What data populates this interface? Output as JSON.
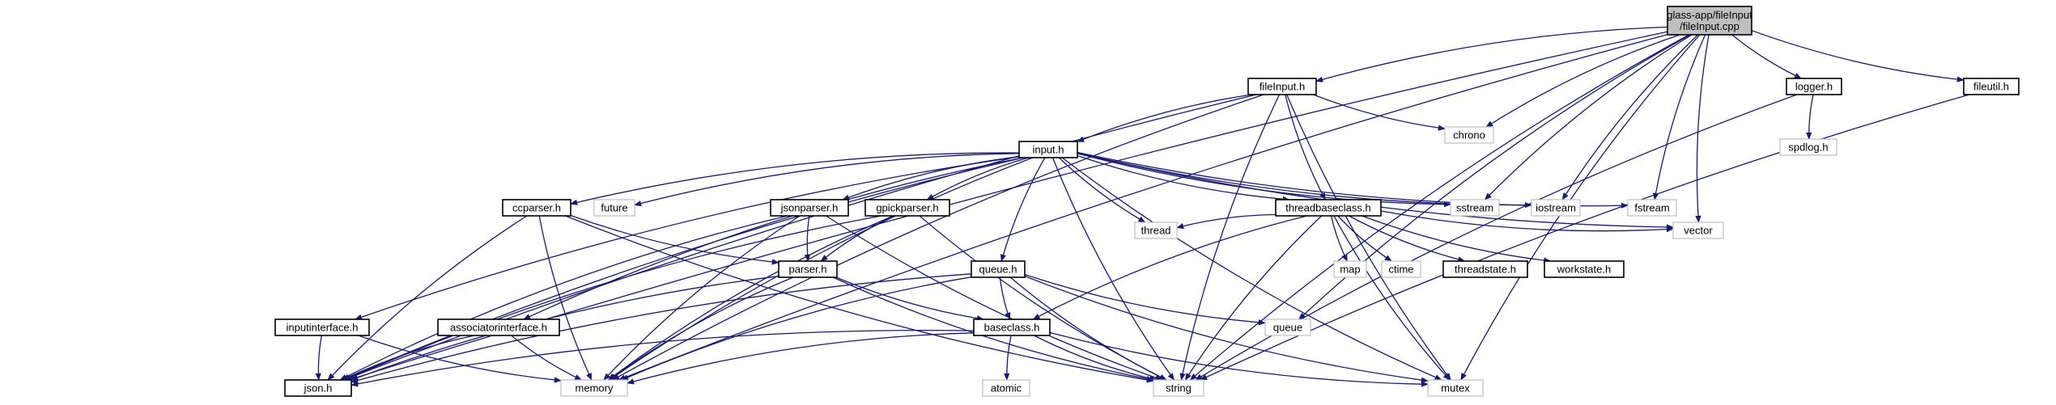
{
  "root_link_color": "#191970",
  "nodes": [
    {
      "id": "root",
      "kind": "root",
      "lines": [
        "glass-app/fileInput",
        "/fileInput.cpp"
      ]
    },
    {
      "id": "fileinput_h",
      "kind": "doc",
      "lines": [
        "fileInput.h"
      ]
    },
    {
      "id": "logger_h",
      "kind": "doc",
      "lines": [
        "logger.h"
      ]
    },
    {
      "id": "fileutil_h",
      "kind": "doc",
      "lines": [
        "fileutil.h"
      ]
    },
    {
      "id": "chrono",
      "kind": "sys",
      "lines": [
        "chrono"
      ]
    },
    {
      "id": "spdlog_h",
      "kind": "sys",
      "lines": [
        "spdlog.h"
      ]
    },
    {
      "id": "input_h",
      "kind": "doc",
      "lines": [
        "input.h"
      ]
    },
    {
      "id": "ccparser_h",
      "kind": "doc",
      "lines": [
        "ccparser.h"
      ]
    },
    {
      "id": "future",
      "kind": "sys",
      "lines": [
        "future"
      ]
    },
    {
      "id": "jsonparser_h",
      "kind": "doc",
      "lines": [
        "jsonparser.h"
      ]
    },
    {
      "id": "gpickparser_h",
      "kind": "doc",
      "lines": [
        "gpickparser.h"
      ]
    },
    {
      "id": "threadbaseclass_h",
      "kind": "doc",
      "lines": [
        "threadbaseclass.h"
      ]
    },
    {
      "id": "sstream",
      "kind": "sys",
      "lines": [
        "sstream"
      ]
    },
    {
      "id": "iostream",
      "kind": "sys",
      "lines": [
        "iostream"
      ]
    },
    {
      "id": "fstream",
      "kind": "sys",
      "lines": [
        "fstream"
      ]
    },
    {
      "id": "vector",
      "kind": "sys",
      "lines": [
        "vector"
      ]
    },
    {
      "id": "thread",
      "kind": "sys",
      "lines": [
        "thread"
      ]
    },
    {
      "id": "parser_h",
      "kind": "doc",
      "lines": [
        "parser.h"
      ]
    },
    {
      "id": "queue_h",
      "kind": "doc",
      "lines": [
        "queue.h"
      ]
    },
    {
      "id": "map",
      "kind": "sys",
      "lines": [
        "map"
      ]
    },
    {
      "id": "ctime",
      "kind": "sys",
      "lines": [
        "ctime"
      ]
    },
    {
      "id": "threadstate_h",
      "kind": "doc",
      "lines": [
        "threadstate.h"
      ]
    },
    {
      "id": "workstate_h",
      "kind": "doc",
      "lines": [
        "workstate.h"
      ]
    },
    {
      "id": "inputinterface_h",
      "kind": "doc",
      "lines": [
        "inputinterface.h"
      ]
    },
    {
      "id": "associatorinterface_h",
      "kind": "doc",
      "lines": [
        "associatorinterface.h"
      ]
    },
    {
      "id": "baseclass_h",
      "kind": "doc",
      "lines": [
        "baseclass.h"
      ]
    },
    {
      "id": "queue",
      "kind": "sys",
      "lines": [
        "queue"
      ]
    },
    {
      "id": "atomic",
      "kind": "sys",
      "lines": [
        "atomic"
      ]
    },
    {
      "id": "json_h",
      "kind": "doc",
      "lines": [
        "json.h"
      ]
    },
    {
      "id": "memory",
      "kind": "sys",
      "lines": [
        "memory"
      ]
    },
    {
      "id": "string",
      "kind": "sys",
      "lines": [
        "string"
      ]
    },
    {
      "id": "mutex",
      "kind": "sys",
      "lines": [
        "mutex"
      ]
    }
  ],
  "edges": [
    [
      "root",
      "fileinput_h"
    ],
    [
      "root",
      "logger_h"
    ],
    [
      "root",
      "fileutil_h"
    ],
    [
      "root",
      "chrono"
    ],
    [
      "root",
      "sstream"
    ],
    [
      "root",
      "iostream"
    ],
    [
      "root",
      "fstream"
    ],
    [
      "root",
      "vector"
    ],
    [
      "root",
      "queue"
    ],
    [
      "root",
      "string"
    ],
    [
      "root",
      "mutex"
    ],
    [
      "root",
      "memory"
    ],
    [
      "root",
      "json_h"
    ],
    [
      "fileinput_h",
      "input_h"
    ],
    [
      "fileinput_h",
      "chrono"
    ],
    [
      "fileinput_h",
      "threadbaseclass_h"
    ],
    [
      "fileinput_h",
      "json_h"
    ],
    [
      "fileinput_h",
      "memory"
    ],
    [
      "fileinput_h",
      "mutex"
    ],
    [
      "fileinput_h",
      "string"
    ],
    [
      "logger_h",
      "spdlog_h"
    ],
    [
      "logger_h",
      "string"
    ],
    [
      "fileutil_h",
      "string"
    ],
    [
      "input_h",
      "ccparser_h"
    ],
    [
      "input_h",
      "future"
    ],
    [
      "input_h",
      "jsonparser_h"
    ],
    [
      "input_h",
      "gpickparser_h"
    ],
    [
      "input_h",
      "threadbaseclass_h"
    ],
    [
      "input_h",
      "sstream"
    ],
    [
      "input_h",
      "iostream"
    ],
    [
      "input_h",
      "fstream"
    ],
    [
      "input_h",
      "vector"
    ],
    [
      "input_h",
      "thread"
    ],
    [
      "input_h",
      "queue_h"
    ],
    [
      "input_h",
      "inputinterface_h"
    ],
    [
      "input_h",
      "associatorinterface_h"
    ],
    [
      "input_h",
      "json_h"
    ],
    [
      "input_h",
      "memory"
    ],
    [
      "input_h",
      "string"
    ],
    [
      "input_h",
      "mutex"
    ],
    [
      "ccparser_h",
      "parser_h"
    ],
    [
      "ccparser_h",
      "json_h"
    ],
    [
      "ccparser_h",
      "memory"
    ],
    [
      "ccparser_h",
      "string"
    ],
    [
      "jsonparser_h",
      "parser_h"
    ],
    [
      "jsonparser_h",
      "json_h"
    ],
    [
      "jsonparser_h",
      "memory"
    ],
    [
      "jsonparser_h",
      "string"
    ],
    [
      "gpickparser_h",
      "parser_h"
    ],
    [
      "gpickparser_h",
      "json_h"
    ],
    [
      "gpickparser_h",
      "memory"
    ],
    [
      "gpickparser_h",
      "string"
    ],
    [
      "threadbaseclass_h",
      "thread"
    ],
    [
      "threadbaseclass_h",
      "map"
    ],
    [
      "threadbaseclass_h",
      "ctime"
    ],
    [
      "threadbaseclass_h",
      "threadstate_h"
    ],
    [
      "threadbaseclass_h",
      "workstate_h"
    ],
    [
      "threadbaseclass_h",
      "vector"
    ],
    [
      "threadbaseclass_h",
      "baseclass_h"
    ],
    [
      "threadbaseclass_h",
      "mutex"
    ],
    [
      "threadbaseclass_h",
      "string"
    ],
    [
      "parser_h",
      "baseclass_h"
    ],
    [
      "parser_h",
      "json_h"
    ],
    [
      "parser_h",
      "memory"
    ],
    [
      "parser_h",
      "string"
    ],
    [
      "queue_h",
      "baseclass_h"
    ],
    [
      "queue_h",
      "queue"
    ],
    [
      "queue_h",
      "json_h"
    ],
    [
      "queue_h",
      "memory"
    ],
    [
      "queue_h",
      "string"
    ],
    [
      "queue_h",
      "mutex"
    ],
    [
      "inputinterface_h",
      "json_h"
    ],
    [
      "inputinterface_h",
      "memory"
    ],
    [
      "associatorinterface_h",
      "json_h"
    ],
    [
      "associatorinterface_h",
      "memory"
    ],
    [
      "baseclass_h",
      "atomic"
    ],
    [
      "baseclass_h",
      "json_h"
    ],
    [
      "baseclass_h",
      "memory"
    ],
    [
      "baseclass_h",
      "string"
    ],
    [
      "baseclass_h",
      "mutex"
    ]
  ]
}
